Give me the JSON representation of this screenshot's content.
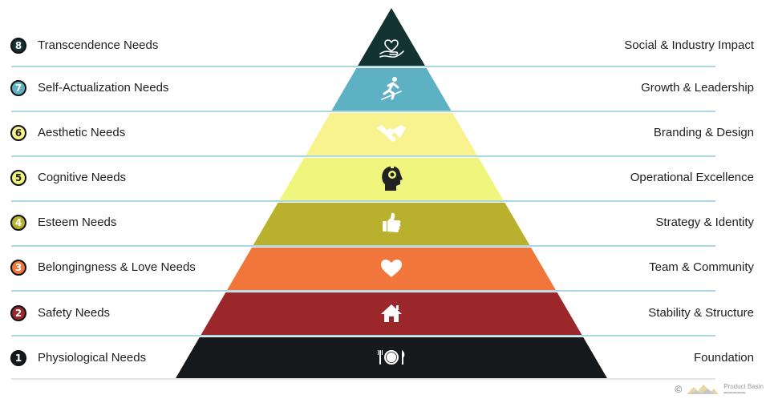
{
  "colors": {
    "divider": "#5ab0c4",
    "layers": [
      "#16191c",
      "#9c272a",
      "#f1763b",
      "#b9b12e",
      "#eff57d",
      "#f8f38e",
      "#5db1c2",
      "#123331"
    ],
    "badge_fills": [
      "#16191c",
      "#9c272a",
      "#f1763b",
      "#b9b12e",
      "#eff57d",
      "#f8f38e",
      "#5db1c2",
      "#123331"
    ]
  },
  "levels": [
    {
      "number": "1",
      "need": "Physiological Needs",
      "business": "Foundation",
      "icon": "dinner-plate-icon"
    },
    {
      "number": "2",
      "need": "Safety Needs",
      "business": "Stability & Structure",
      "icon": "house-icon"
    },
    {
      "number": "3",
      "need": "Belongingness & Love Needs",
      "business": "Team & Community",
      "icon": "heart-icon"
    },
    {
      "number": "4",
      "need": "Esteem Needs",
      "business": "Strategy & Identity",
      "icon": "thumbs-up-icon"
    },
    {
      "number": "5",
      "need": "Cognitive Needs",
      "business": "Operational Excellence",
      "icon": "head-idea-icon"
    },
    {
      "number": "6",
      "need": "Aesthetic Needs",
      "business": "Branding & Design",
      "icon": "handshake-icon"
    },
    {
      "number": "7",
      "need": "Self-Actualization Needs",
      "business": "Growth & Leadership",
      "icon": "runner-icon"
    },
    {
      "number": "8",
      "need": "Transcendence Needs",
      "business": "Social & Industry Impact",
      "icon": "heart-in-hand-icon"
    }
  ],
  "footer": {
    "copyright": "©",
    "brand": "Product Basin"
  }
}
